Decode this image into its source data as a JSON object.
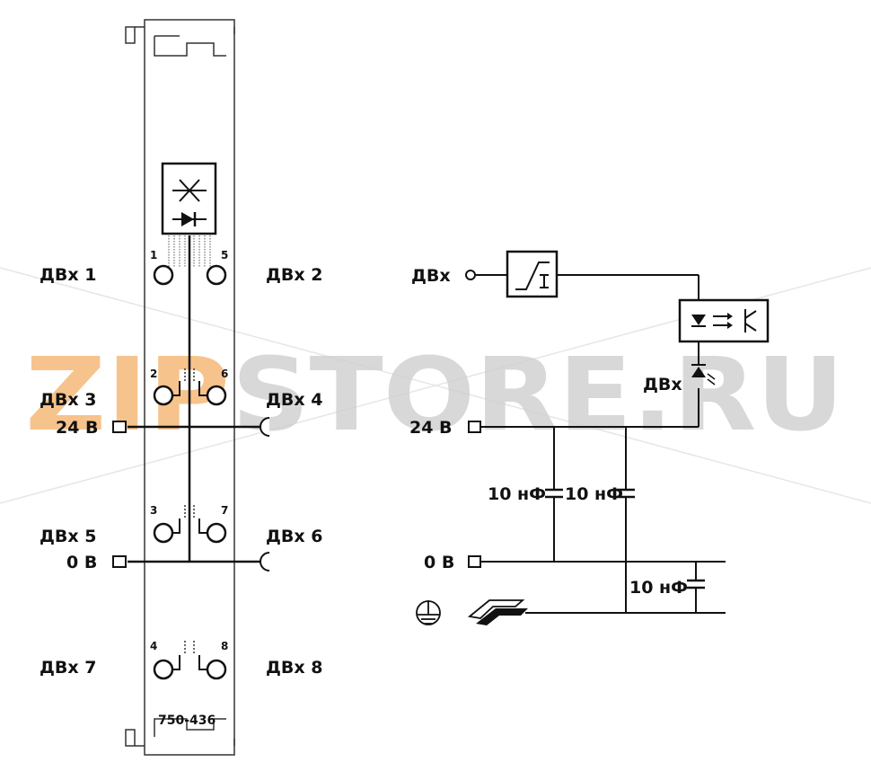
{
  "module": {
    "part_number": "750-436",
    "pins": [
      "1",
      "2",
      "3",
      "4",
      "5",
      "6",
      "7",
      "8"
    ],
    "left_labels": [
      "ДВх 1",
      "ДВх 3",
      "ДВх 5",
      "ДВх 7"
    ],
    "right_labels": [
      "ДВх 2",
      "ДВх 4",
      "ДВх 6",
      "ДВх 8"
    ],
    "supply_plus": "24 В",
    "supply_zero": "0 В"
  },
  "schematic": {
    "input_label": "ДВх",
    "led_label": "ДВх",
    "supply_plus": "24 В",
    "supply_zero": "0 В",
    "cap1": "10 нФ",
    "cap2": "10 нФ",
    "cap3": "10 нФ"
  },
  "watermark": {
    "part1": "ZIP",
    "part2": "STORE.RU",
    "color1": "#f6b979",
    "color2": "#d4d4d4"
  }
}
